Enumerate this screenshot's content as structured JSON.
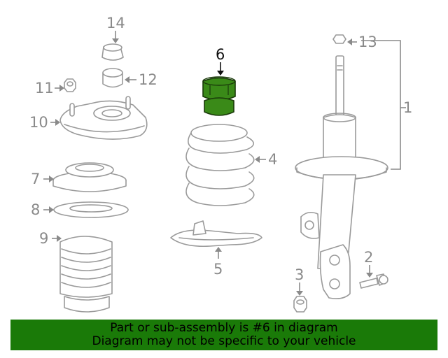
{
  "highlight_color": "#3a8a18",
  "banner_color": "#1a7a08",
  "callouts": {
    "c1": "1",
    "c2": "2",
    "c3": "3",
    "c4": "4",
    "c5": "5",
    "c6": "6",
    "c7": "7",
    "c8": "8",
    "c9": "9",
    "c10": "10",
    "c11": "11",
    "c12": "12",
    "c13": "13",
    "c14": "14"
  },
  "banner": {
    "line1": "Part or sub-assembly is #6 in diagram",
    "line2": "Diagram may not be specific to your vehicle"
  }
}
